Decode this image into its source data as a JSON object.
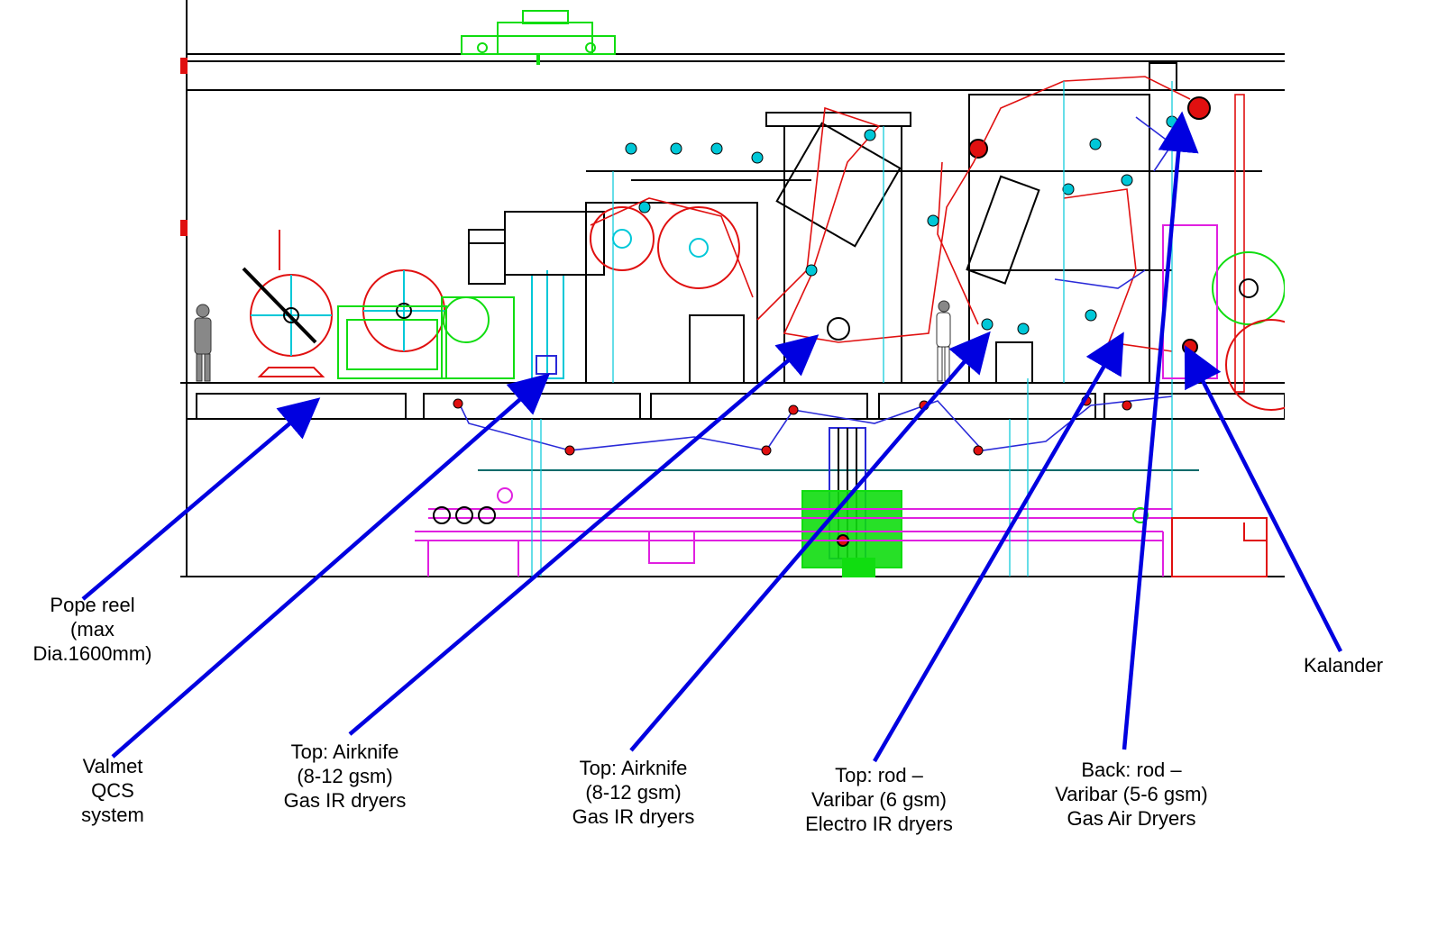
{
  "colors": {
    "frame": "#000000",
    "cyan": "#00c8d8",
    "red": "#e01010",
    "green": "#10dd10",
    "magenta": "#e020e0",
    "blue": "#2a2ad8",
    "arrow": "#0000e0",
    "teal": "#006a6a"
  },
  "callouts": [
    {
      "id": "pope-reel",
      "lines": [
        "Pope reel",
        "(max",
        "Dia.1600mm)"
      ]
    },
    {
      "id": "valmet-qcs",
      "lines": [
        "Valmet",
        "QCS",
        "system"
      ]
    },
    {
      "id": "airknife-1",
      "lines": [
        "Top: Airknife",
        "(8-12 gsm)",
        "Gas IR dryers"
      ]
    },
    {
      "id": "airknife-2",
      "lines": [
        "Top: Airknife",
        "(8-12 gsm)",
        "Gas IR dryers"
      ]
    },
    {
      "id": "top-rod",
      "lines": [
        "Top: rod –",
        "Varibar (6 gsm)",
        "Electro IR dryers"
      ]
    },
    {
      "id": "back-rod",
      "lines": [
        "Back: rod –",
        "Varibar (5-6 gsm)",
        "Gas Air Dryers"
      ]
    },
    {
      "id": "kalander",
      "lines": [
        "Kalander"
      ]
    }
  ]
}
